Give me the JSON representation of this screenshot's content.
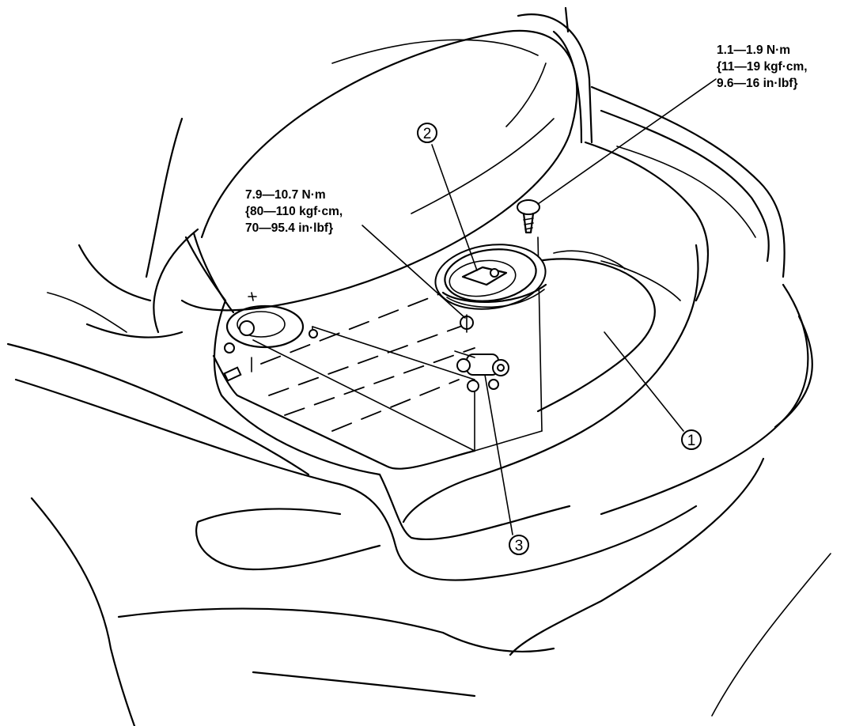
{
  "torque_specs": {
    "upper_right": {
      "line1": "1.1—1.9 N·m",
      "line2": "{11—19 kgf·cm,",
      "line3": "9.6—16 in·lbf}"
    },
    "middle_left": {
      "line1": "7.9—10.7 N·m",
      "line2": "{80—110 kgf·cm,",
      "line3": "70—95.4 in·lbf}"
    }
  },
  "callouts": {
    "part_1": "1",
    "part_2": "2",
    "part_3": "3"
  }
}
